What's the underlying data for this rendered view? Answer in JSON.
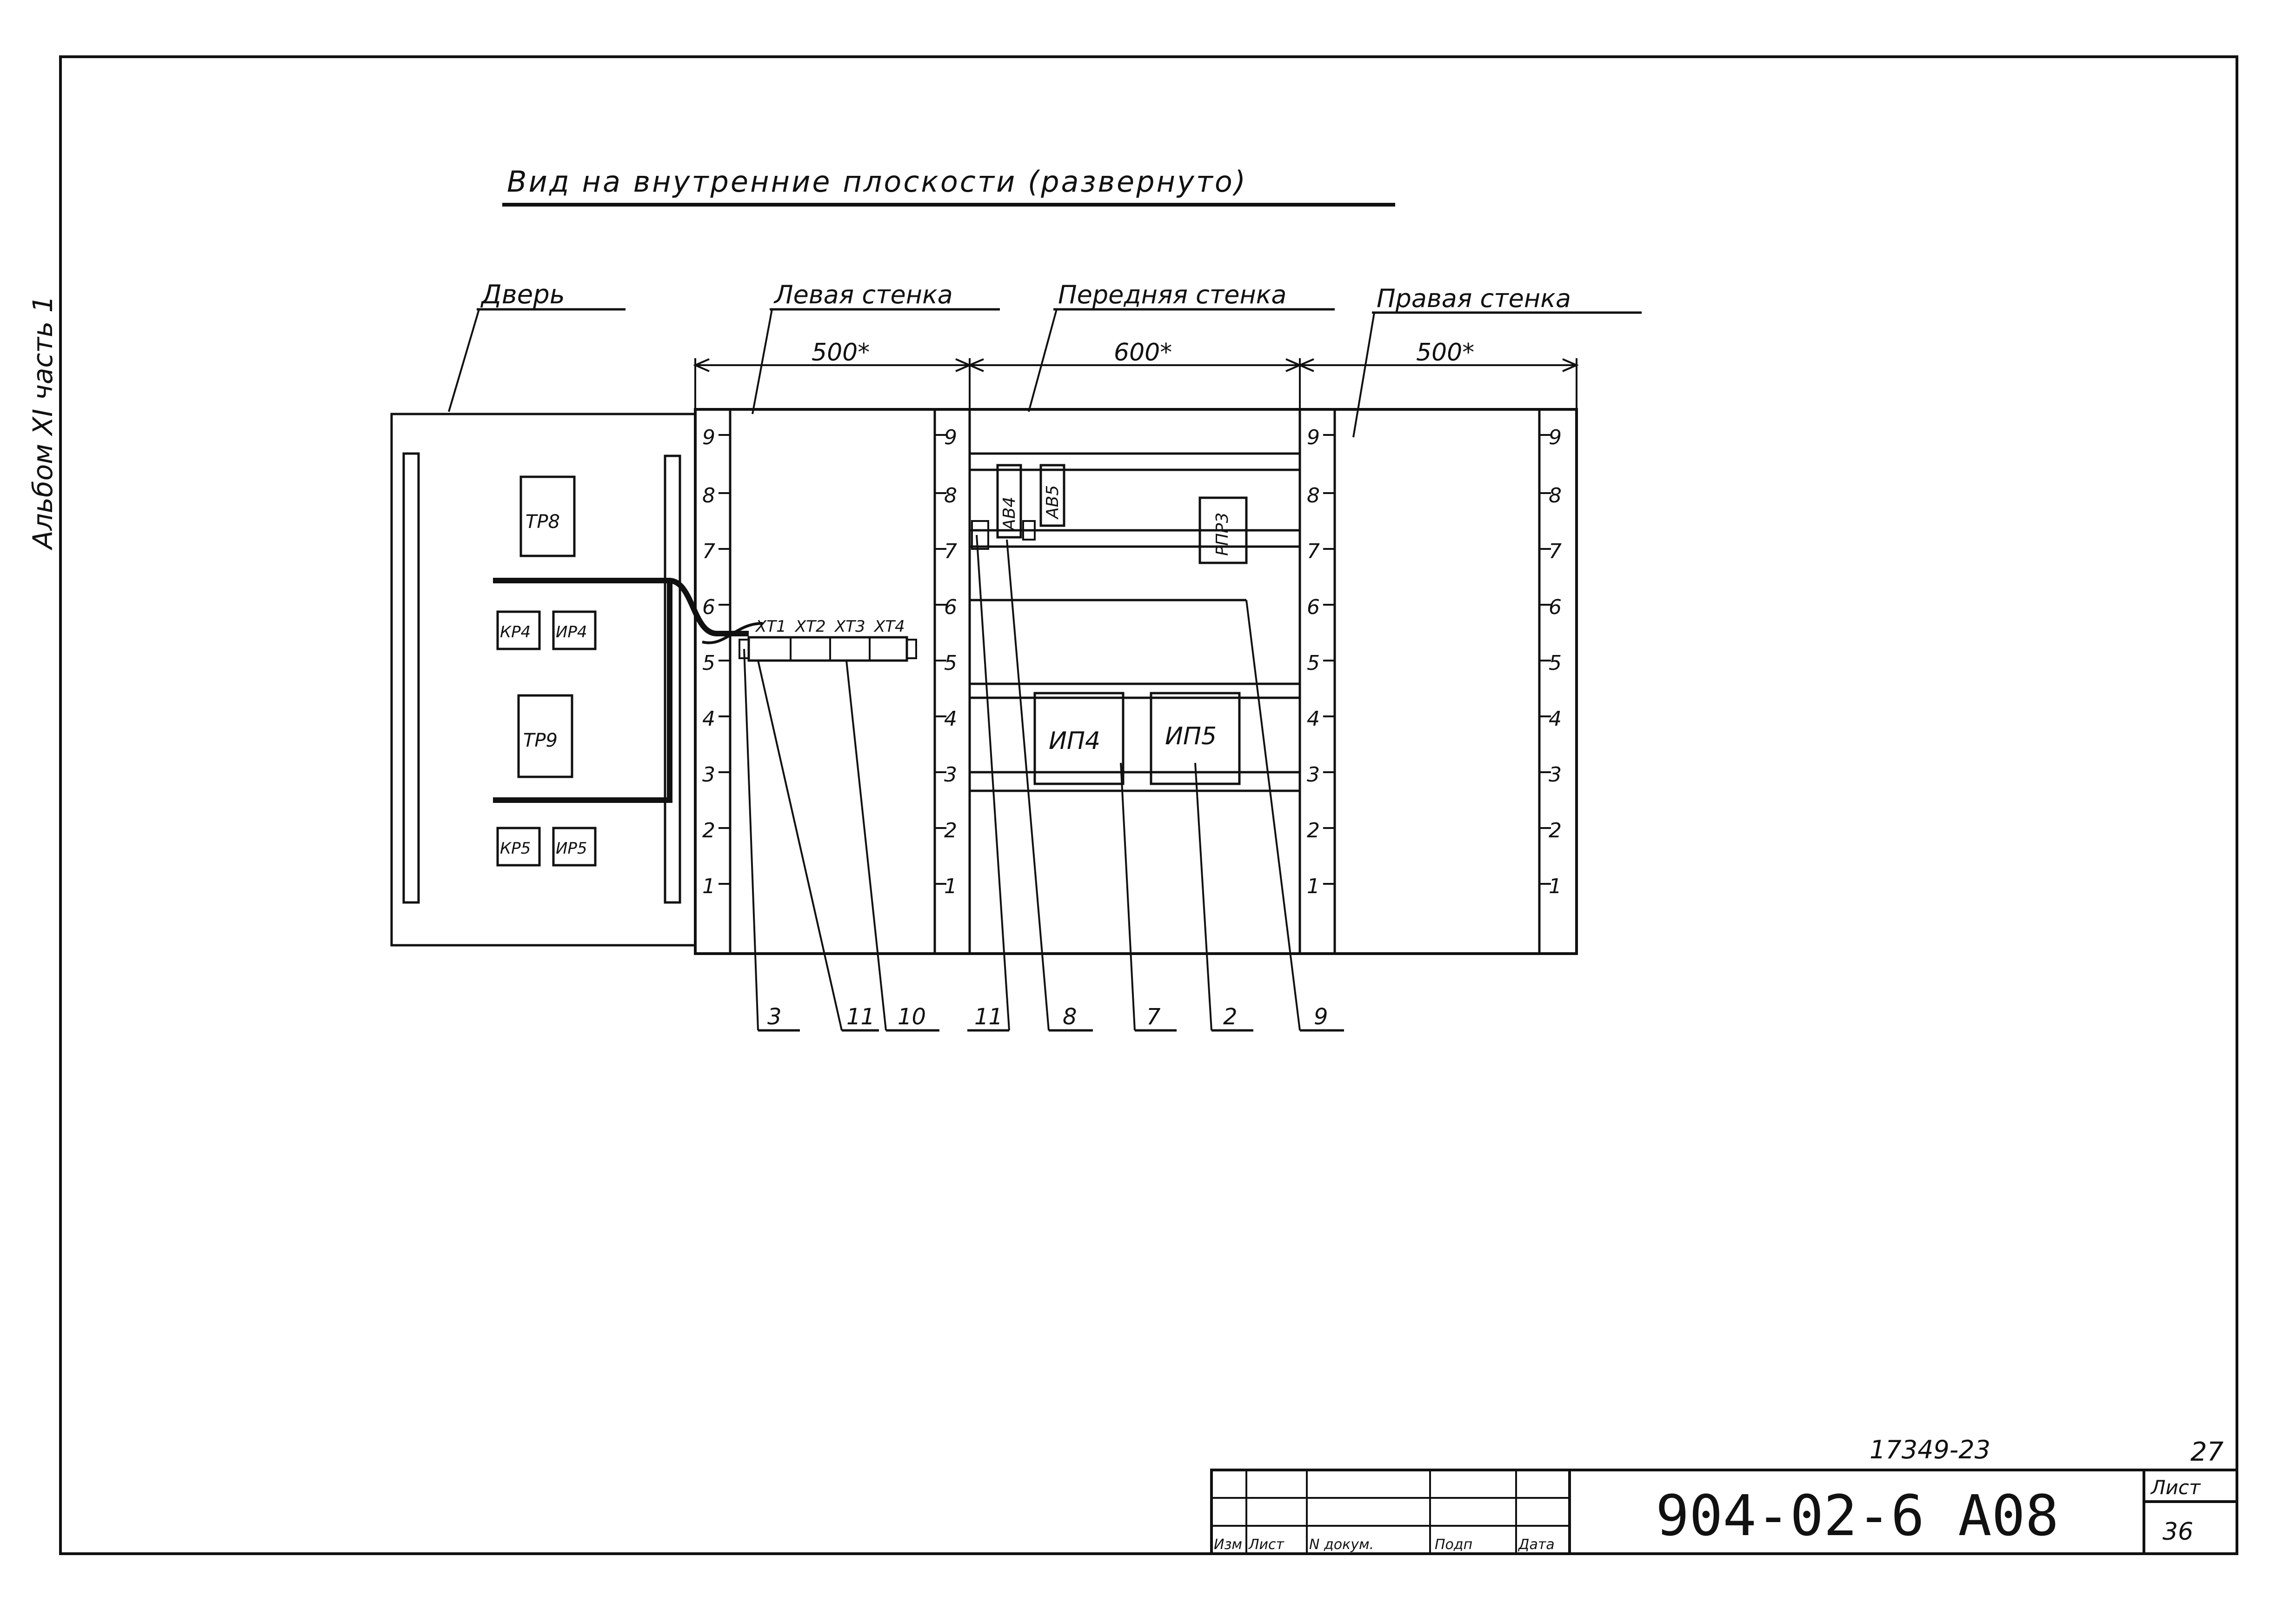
{
  "sheet": {
    "title": "Вид на внутренние плоскости (развернуто)",
    "album_note": "Альбом XI часть 1",
    "inventory_number": "17349-23",
    "page_number": "27",
    "designation": "904-02-6 А08",
    "sheet_label": "Лист",
    "sheet_number": "36",
    "title_block_headers": [
      "Изм",
      "Лист",
      "N докум.",
      "Подп",
      "Дата"
    ]
  },
  "panels": {
    "door": "Дверь",
    "left_wall": "Левая стенка",
    "front_wall": "Передняя стенка",
    "right_wall": "Правая стенка"
  },
  "dimensions": {
    "left": "500*",
    "front": "600*",
    "right": "500*"
  },
  "scale_marks": [
    "9",
    "8",
    "7",
    "6",
    "5",
    "4",
    "3",
    "2",
    "1"
  ],
  "devices": {
    "door": [
      "ТР8",
      "КР4",
      "ИР4",
      "ТР9",
      "КР5",
      "ИР5"
    ],
    "terminals": [
      "ХТ1",
      "ХТ2",
      "ХТ3",
      "ХТ4"
    ],
    "front": [
      "АВ4",
      "АВ5",
      "РПР3",
      "ИП4",
      "ИП5"
    ]
  },
  "callouts": [
    "3",
    "11",
    "10",
    "11",
    "8",
    "7",
    "2",
    "9"
  ]
}
